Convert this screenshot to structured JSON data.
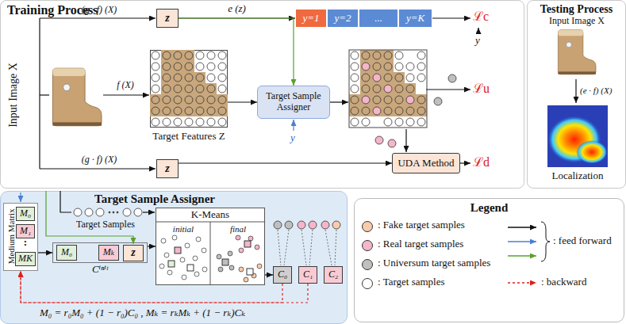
{
  "diagram": {
    "nodes": [
      {
        "text": [
          "Training Process"
        ]
      },
      {
        "text": [
          "z"
        ],
        "in": 0
      },
      {
        "text": [
          "y=1"
        ],
        "in": 0
      },
      {
        "text": [
          "y=2"
        ],
        "in": 0
      },
      {
        "text": [
          "..."
        ],
        "in": 0
      },
      {
        "text": [
          "y=K"
        ],
        "in": 0
      },
      {
        "text": [
          "Target Features Z"
        ],
        "in": 0
      },
      {
        "text": [
          "Target Sample Assigner"
        ],
        "in": 0
      },
      {
        "text": [
          "z"
        ],
        "in": 0
      },
      {
        "text": [
          "UDA Method"
        ],
        "in": 0
      },
      {
        "text": [
          "Testing Process"
        ]
      },
      {
        "text": [
          "Target Sample Assigner"
        ]
      },
      {
        "text": [
          "Medium Matrix"
        ],
        "in": 11
      },
      {
        "text": [
          "M₀"
        ],
        "in": 12
      },
      {
        "text": [
          "M₁"
        ],
        "in": 12
      },
      {
        "text": [
          "MK"
        ],
        "in": 12
      },
      {
        "text": [
          "Cⁱⁿⁱᵗ"
        ],
        "in": 11
      },
      {
        "text": [
          "M₀"
        ],
        "in": 16
      },
      {
        "text": [
          "Mₖ"
        ],
        "in": 16
      },
      {
        "text": [
          "z"
        ],
        "in": 16
      },
      {
        "text": [
          "K-Means",
          "initial",
          "final"
        ],
        "in": 11
      },
      {
        "text": [
          "C₀"
        ],
        "in": 11
      },
      {
        "text": [
          "C₁"
        ],
        "in": 11
      },
      {
        "text": [
          "C₂"
        ],
        "in": 11
      },
      {
        "text": [
          "Legend"
        ]
      }
    ],
    "edges": [
      {
        "from": 1,
        "to": 2,
        "arrow": "to",
        "label": "e (z)"
      },
      {
        "from": 1,
        "to": 7,
        "arrow": "to"
      },
      {
        "from": 6,
        "to": 7,
        "arrow": "to"
      },
      {
        "from": 8,
        "to": 9,
        "arrow": "to"
      },
      {
        "from": 12,
        "to": 16,
        "arrow": "to"
      },
      {
        "from": 16,
        "to": 20,
        "arrow": "to"
      },
      {
        "from": 20,
        "to": 21,
        "arrow": "to"
      },
      {
        "from": 21,
        "to": 12,
        "arrow": "to"
      },
      {
        "from": 22,
        "to": 12,
        "arrow": "to"
      }
    ],
    "labels": [
      "Input Image X",
      "(g · f) (X)",
      "f (X)",
      "(g · f) (X)",
      "ℒc",
      "y",
      "y",
      "ℒu",
      "ℒd",
      "Input Image X",
      "(e · f) (X)",
      "Localization",
      "Target Samples",
      ":",
      "M₀ = r₀M₀ + (1 − r₀)C₀ , Mₖ = rₖMₖ + (1 − rₖ)Cₖ"
    ],
    "legend": [
      {
        "text": ": Fake target samples",
        "color": "#f8cbad"
      },
      {
        "text": ": Real target samples",
        "color": "#f4b6c8"
      },
      {
        "text": ": Universum target samples",
        "color": "#bfbfbf"
      },
      {
        "text": ": Target samples",
        "color": "#ffffff"
      },
      {
        "text": ": feed forward"
      },
      {
        "text": ": backward"
      }
    ]
  }
}
